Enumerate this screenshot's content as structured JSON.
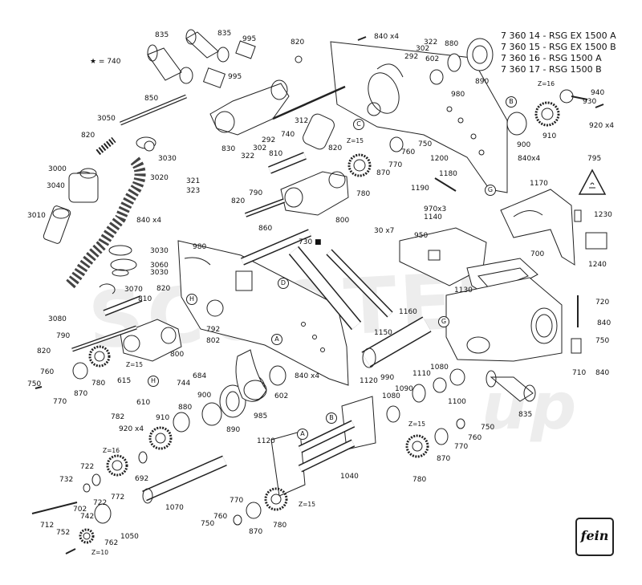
{
  "diagram": {
    "star_legend": "★ = 740",
    "models": [
      "7 360 14 - RSG EX 1500 A",
      "7 360 15 - RSG EX 1500 B",
      "7 360 16 - RSG 1500 A",
      "7 360 17 - RSG 1500 B"
    ],
    "watermark": "SCOOTER",
    "watermark_script": "up",
    "logo_text": "fein",
    "colors": {
      "ink": "#222222",
      "watermark": "#000000"
    },
    "letters": {
      "A": "A",
      "B": "B",
      "C": "C",
      "D": "D",
      "G": "G",
      "H": "H"
    },
    "labels": {
      "p835a": "835",
      "p835b": "835",
      "p995a": "995",
      "p995b": "995",
      "p820a": "820",
      "p840x4a": "840 x4",
      "p322a": "322",
      "p302a": "302",
      "p292a": "292",
      "p880a": "880",
      "p602a": "602",
      "p890a": "890",
      "p850": "850",
      "p3050": "3050",
      "p820b": "820",
      "p3030a": "3030",
      "p3000": "3000",
      "p3040": "3040",
      "p3020": "3020",
      "p3010": "3010",
      "p830": "830",
      "p302b": "302",
      "p292b": "292",
      "p322b": "322",
      "p312": "312",
      "p740": "740",
      "p810a": "810",
      "p820c": "820",
      "p980a": "980",
      "p940": "940",
      "p930": "930",
      "p920x4a": "920 x4",
      "pz16a": "Z=16",
      "p910a": "910",
      "p900a": "900",
      "p750a": "750",
      "p760a": "760",
      "p770a": "770",
      "p870a": "870",
      "pz15a": "Z=15",
      "p780a": "780",
      "p1200": "1200",
      "p1180": "1180",
      "p1190": "1190",
      "p840x4b": "840x4",
      "p795": "795",
      "p321": "321",
      "p323": "323",
      "p820d": "820",
      "p790a": "790",
      "p800a": "800",
      "p840x4c": "840 x4",
      "p860": "860",
      "p980b": "980",
      "p730": "730 ■",
      "p970x3": "970x3",
      "p1140": "1140",
      "p1170": "1170",
      "p1230": "1230",
      "p1240": "1240",
      "p30x7": "30 x7",
      "p950": "950",
      "p3030b": "3030",
      "p3060": "3060",
      "p3030c": "3030",
      "p3070": "3070",
      "p820e": "820",
      "p810b": "810",
      "p700": "700",
      "p1130": "1130",
      "p720": "720",
      "p3080": "3080",
      "p792": "792",
      "p802": "802",
      "p1160": "1160",
      "p790b": "790",
      "p820f": "820",
      "p800b": "800",
      "p1150": "1150",
      "p840a": "840",
      "p750b": "750",
      "p710": "710",
      "p840b": "840",
      "p760b": "760",
      "p750c": "750",
      "p870b": "870",
      "p770b": "770",
      "p780b": "780",
      "pz15b": "Z=15",
      "p744": "744",
      "p684": "684",
      "p840x4d": "840 x4",
      "p602b": "602",
      "p985": "985",
      "p1120a": "1120",
      "p990": "990",
      "p1110": "1110",
      "p1080a": "1080",
      "p1100": "1100",
      "p1090": "1090",
      "p615": "615",
      "p610": "610",
      "p782": "782",
      "p900b": "900",
      "p880b": "880",
      "p890b": "890",
      "p910b": "910",
      "p920x4b": "920 x4",
      "p1080b": "1080",
      "p835c": "835",
      "pz16b": "Z=16",
      "p692": "692",
      "p722a": "722",
      "p732": "732",
      "p702": "702",
      "p722b": "722",
      "p772": "772",
      "p1070": "1070",
      "p742": "742",
      "p712": "712",
      "p1050": "1050",
      "p752": "752",
      "p762": "762",
      "pz10": "Z=10",
      "p1120b": "1120",
      "p1040": "1040",
      "pz15c": "Z=15",
      "p780c": "780",
      "p870c": "870",
      "p760c": "760",
      "p770c": "770",
      "p750d": "750",
      "p770d": "770",
      "pz15d": "Z=15",
      "p760d": "760",
      "p750e": "750",
      "p870d": "870",
      "p780d": "780"
    }
  }
}
